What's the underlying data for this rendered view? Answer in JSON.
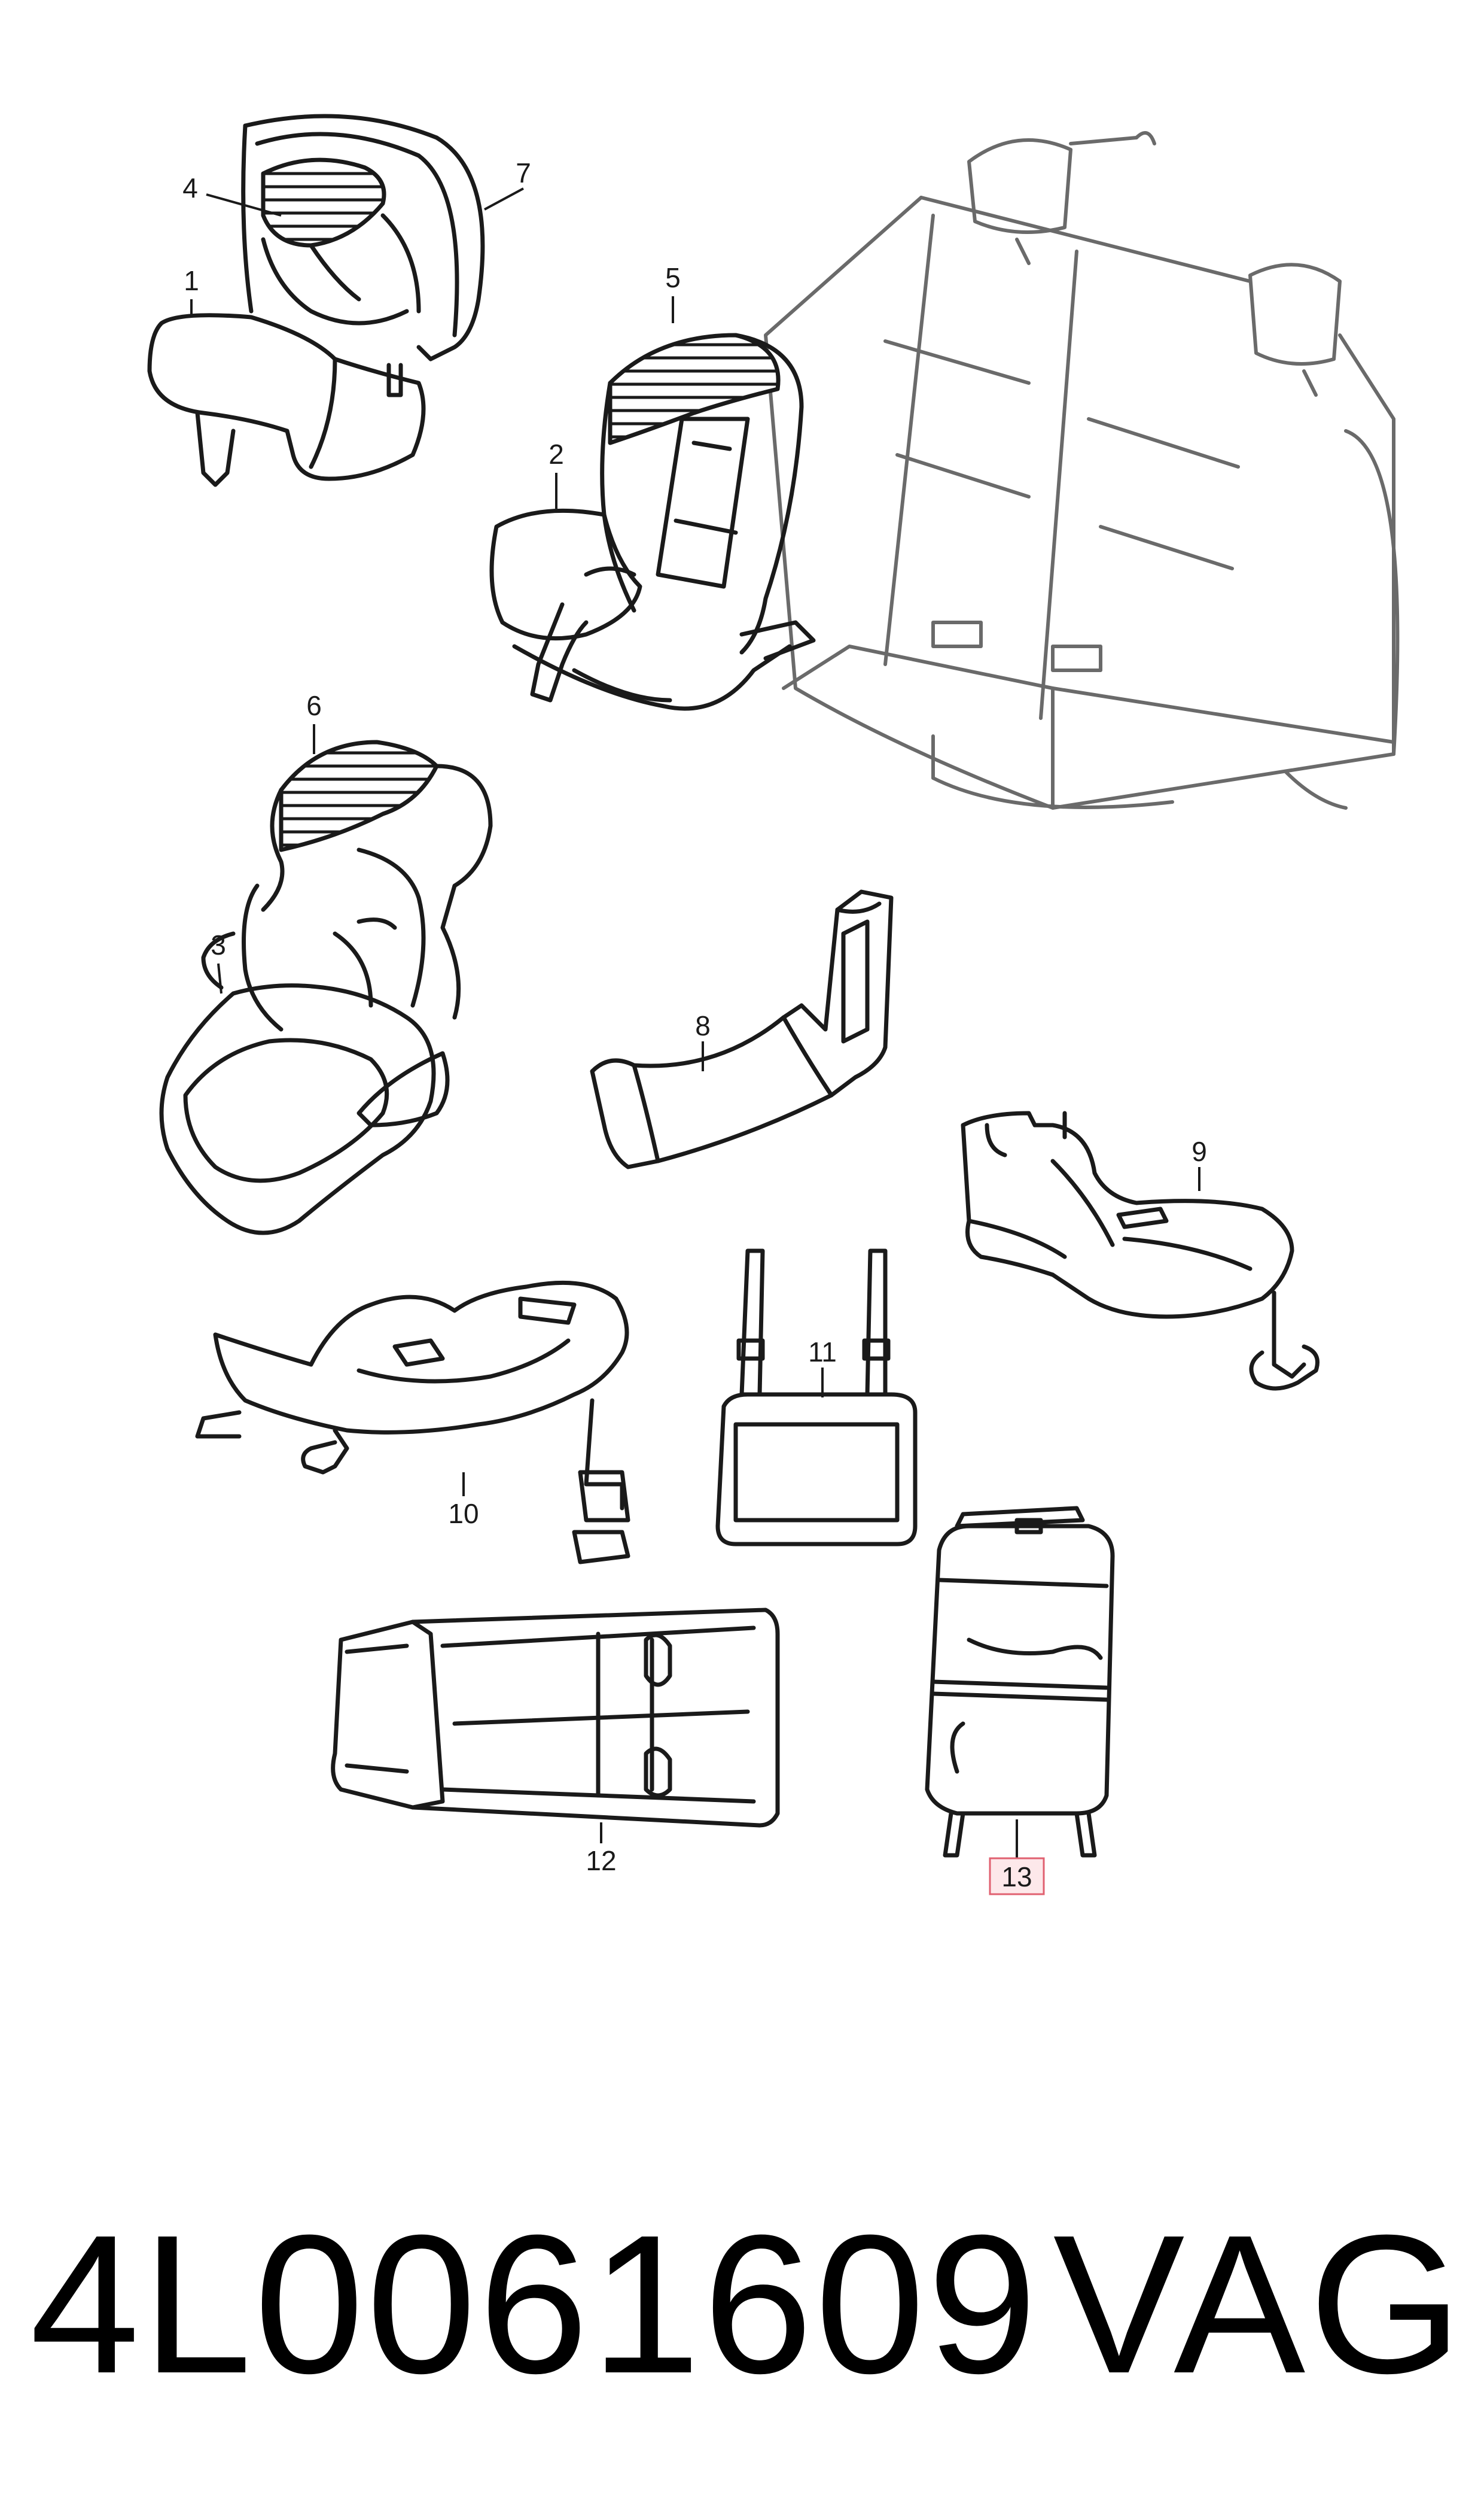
{
  "callouts": [
    {
      "id": "1",
      "label": "1"
    },
    {
      "id": "2",
      "label": "2"
    },
    {
      "id": "3",
      "label": "3"
    },
    {
      "id": "4",
      "label": "4"
    },
    {
      "id": "5",
      "label": "5"
    },
    {
      "id": "6",
      "label": "6"
    },
    {
      "id": "7",
      "label": "7"
    },
    {
      "id": "8",
      "label": "8"
    },
    {
      "id": "9",
      "label": "9"
    },
    {
      "id": "10",
      "label": "10"
    },
    {
      "id": "11",
      "label": "11"
    },
    {
      "id": "12",
      "label": "12"
    },
    {
      "id": "13",
      "label": "13",
      "highlighted": true
    }
  ],
  "footer": {
    "part_number": "4L0061609",
    "brand": "VAG"
  },
  "colors": {
    "line": "#1a1a1a",
    "highlight_fill": "#fde8ea",
    "highlight_stroke": "#e06070"
  }
}
